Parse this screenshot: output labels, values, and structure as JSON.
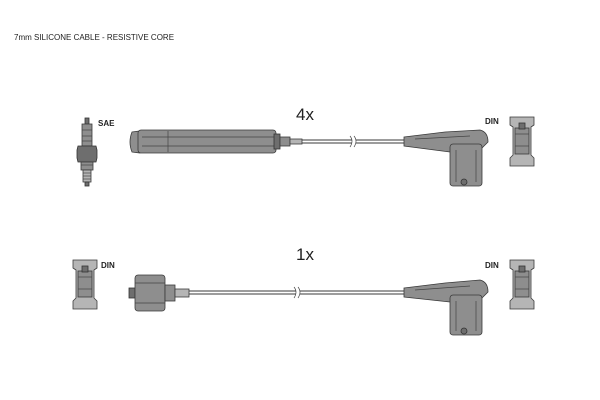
{
  "caption": "7mm SILICONE CABLE - RESISTIVE CORE",
  "assemblies": [
    {
      "quantity": "4x",
      "left_terminal": "SAE",
      "right_terminal": "DIN"
    },
    {
      "quantity": "1x",
      "left_terminal": "DIN",
      "right_terminal": "DIN"
    }
  ]
}
